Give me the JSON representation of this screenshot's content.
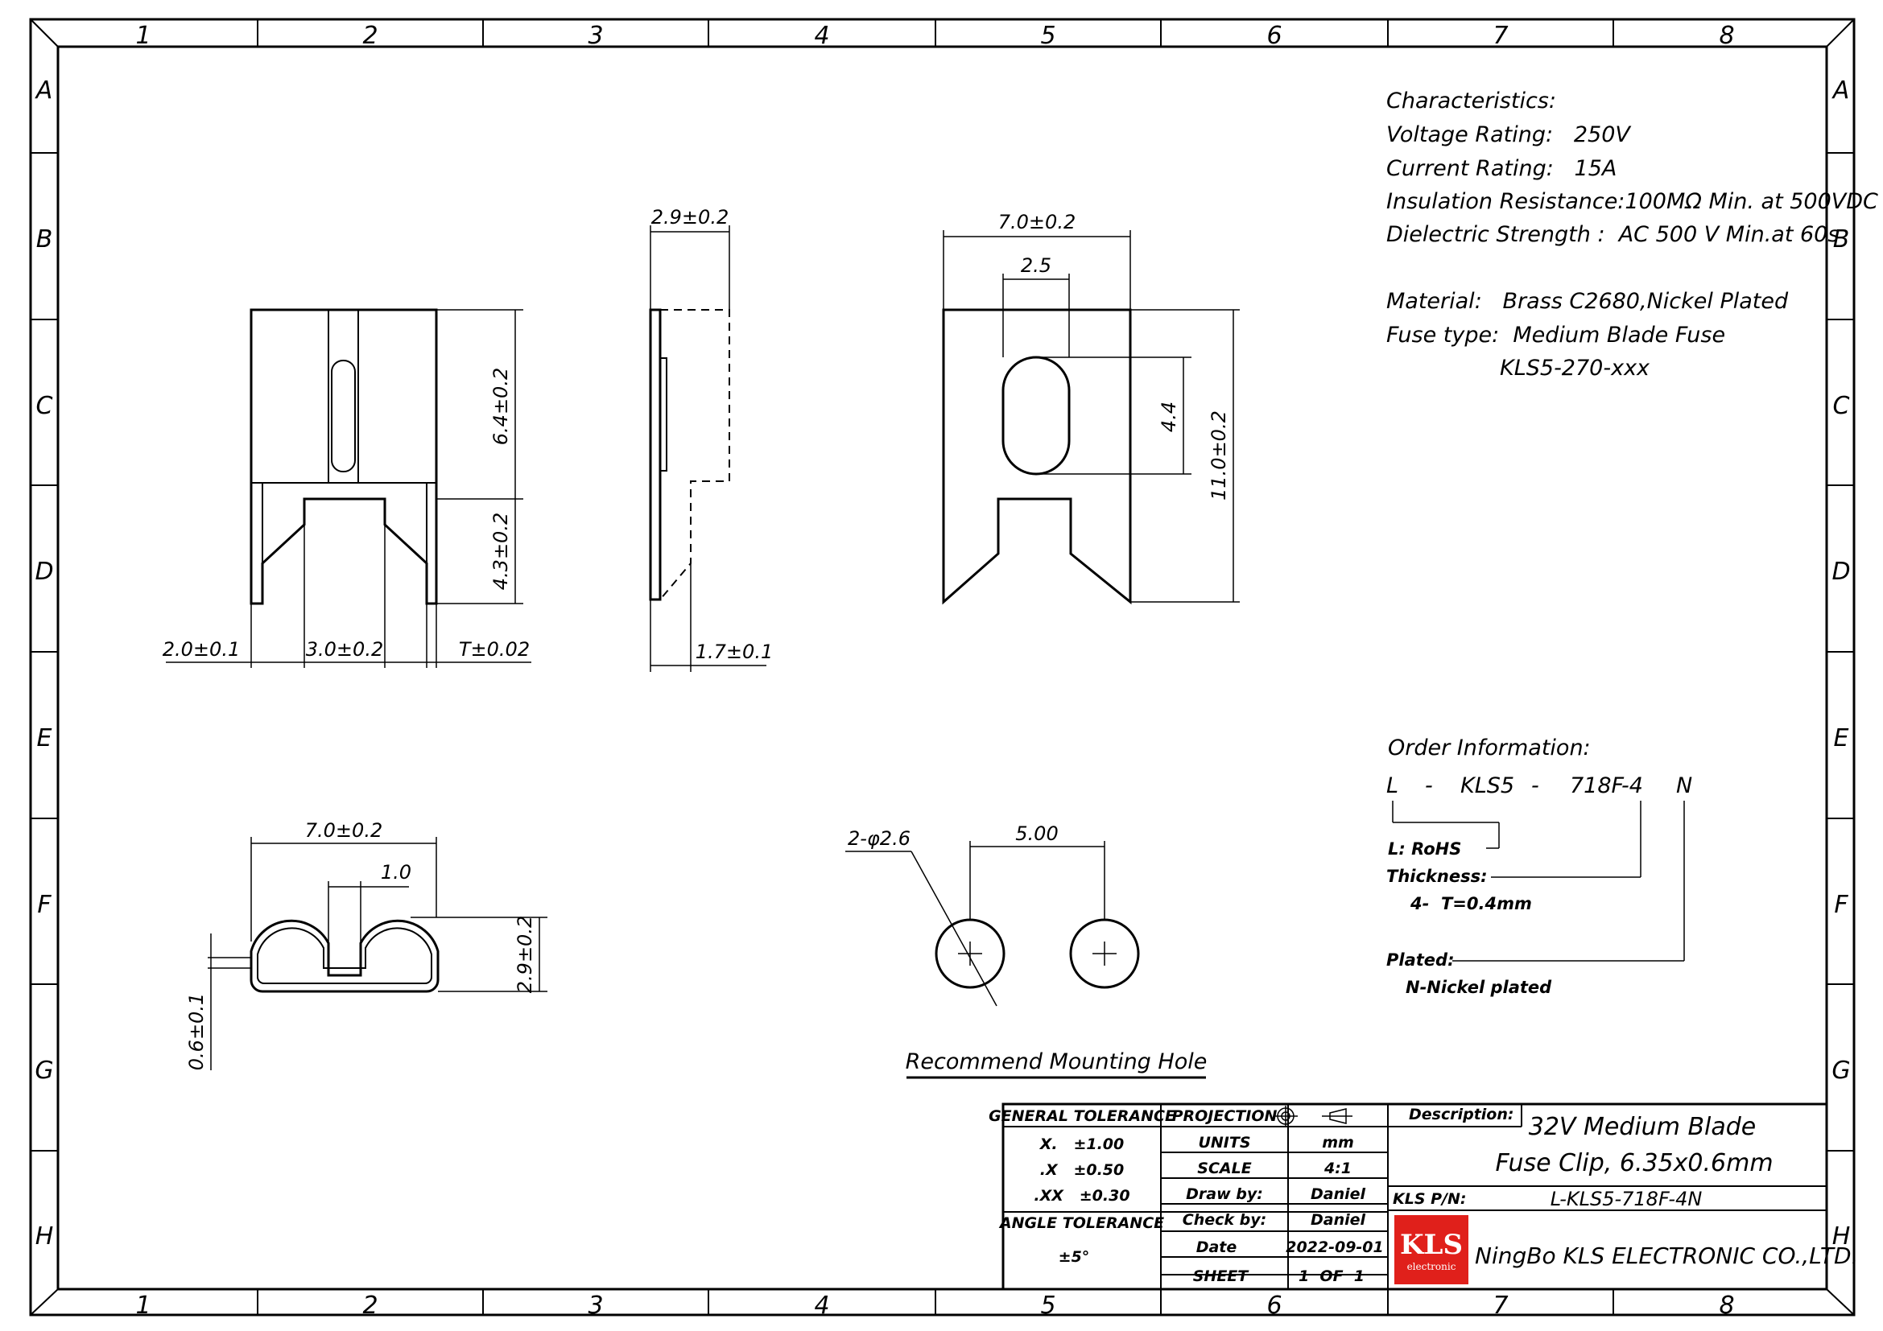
{
  "border": {
    "columns": [
      "1",
      "2",
      "3",
      "4",
      "5",
      "6",
      "7",
      "8"
    ],
    "rows": [
      "A",
      "B",
      "C",
      "D",
      "E",
      "F",
      "G",
      "H"
    ]
  },
  "characteristics": {
    "heading": "Characteristics:",
    "voltage": "Voltage Rating:   250V",
    "current": "Current Rating:   15A",
    "insulation": "Insulation Resistance:100MΩ Min. at 500VDC",
    "dielectric": "Dielectric Strength :  AC 500 V Min.at 60s",
    "material": "Material:   Brass C2680,Nickel Plated",
    "fuse_type": "Fuse type:  Medium Blade Fuse",
    "fuse_model": "KLS5-270-xxx"
  },
  "dimensions": {
    "front_height_top": "6.4±0.2",
    "front_height_bottom": "4.3±0.2",
    "front_left": "2.0±0.1",
    "front_slot": "3.0±0.2",
    "front_thickness": "T±0.02",
    "side_width": "2.9±0.2",
    "side_bottom": "1.7±0.1",
    "right_width": "7.0±0.2",
    "right_slot": "2.5",
    "right_hole": "4.4",
    "right_height": "11.0±0.2",
    "top_width": "7.0±0.2",
    "top_gap": "1.0",
    "top_height": "2.9±0.2",
    "top_thickness": "0.6±0.1",
    "hole_dia": "2-φ2.6",
    "hole_pitch": "5.00",
    "mounting_title": "Recommend Mounting Hole"
  },
  "order": {
    "heading": "Order Information:",
    "code": [
      "L",
      "-",
      "KLS5",
      "-",
      "718F",
      "-4",
      "N"
    ],
    "rohs": "L: RoHS",
    "thickness": "Thickness:",
    "thickness_val": "4-  T=0.4mm",
    "plated": "Plated:",
    "plated_val": "N-Nickel plated"
  },
  "title_block": {
    "general_tolerance": "GENERAL TOLERANCE",
    "tol_x": "X.   ±1.00",
    "tol_xx": ".X   ±0.50",
    "tol_xxx": ".XX   ±0.30",
    "angle_tolerance": "ANGLE TOLERANCE",
    "angle_val": "±5°",
    "projection_label": "PROJECTION",
    "units_label": "UNITS",
    "units_val": "mm",
    "scale_label": "SCALE",
    "scale_val": "4:1",
    "draw_label": "Draw by:",
    "draw_val": "Daniel",
    "check_label": "Check by:",
    "check_val": "Daniel",
    "date_label": "Date",
    "date_val": "2022-09-01",
    "sheet_label": "SHEET",
    "sheet_val": "1  OF  1",
    "description_label": "Description:",
    "description_line1": "32V Medium Blade",
    "description_line2": "Fuse Clip, 6.35x0.6mm",
    "pn_label": "KLS P/N:",
    "pn_val": "L-KLS5-718F-4N",
    "company": "NingBo KLS ELECTRONIC CO.,LTD.",
    "logo_text": "KLS",
    "logo_sub": "electronic",
    "logo_color": "#e0201b"
  }
}
